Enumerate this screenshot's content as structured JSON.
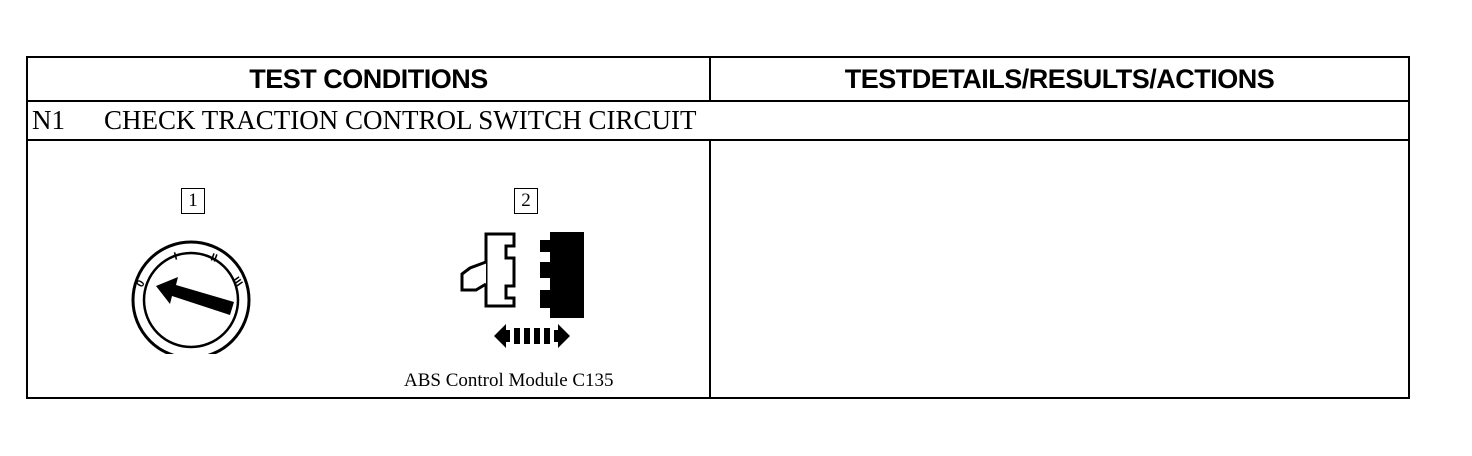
{
  "header": {
    "left": "TEST CONDITIONS",
    "right": "TESTDETAILS/RESULTS/ACTIONS"
  },
  "step": {
    "number": "N1",
    "title": "CHECK TRACTION CONTROL SWITCH CIRCUIT"
  },
  "figures": [
    {
      "label": "1",
      "icon": "ignition-switch-icon",
      "positions": [
        "0",
        "I",
        "II",
        "III"
      ]
    },
    {
      "label": "2",
      "icon": "connector-disconnect-icon",
      "caption": "ABS Control Module C135"
    }
  ]
}
